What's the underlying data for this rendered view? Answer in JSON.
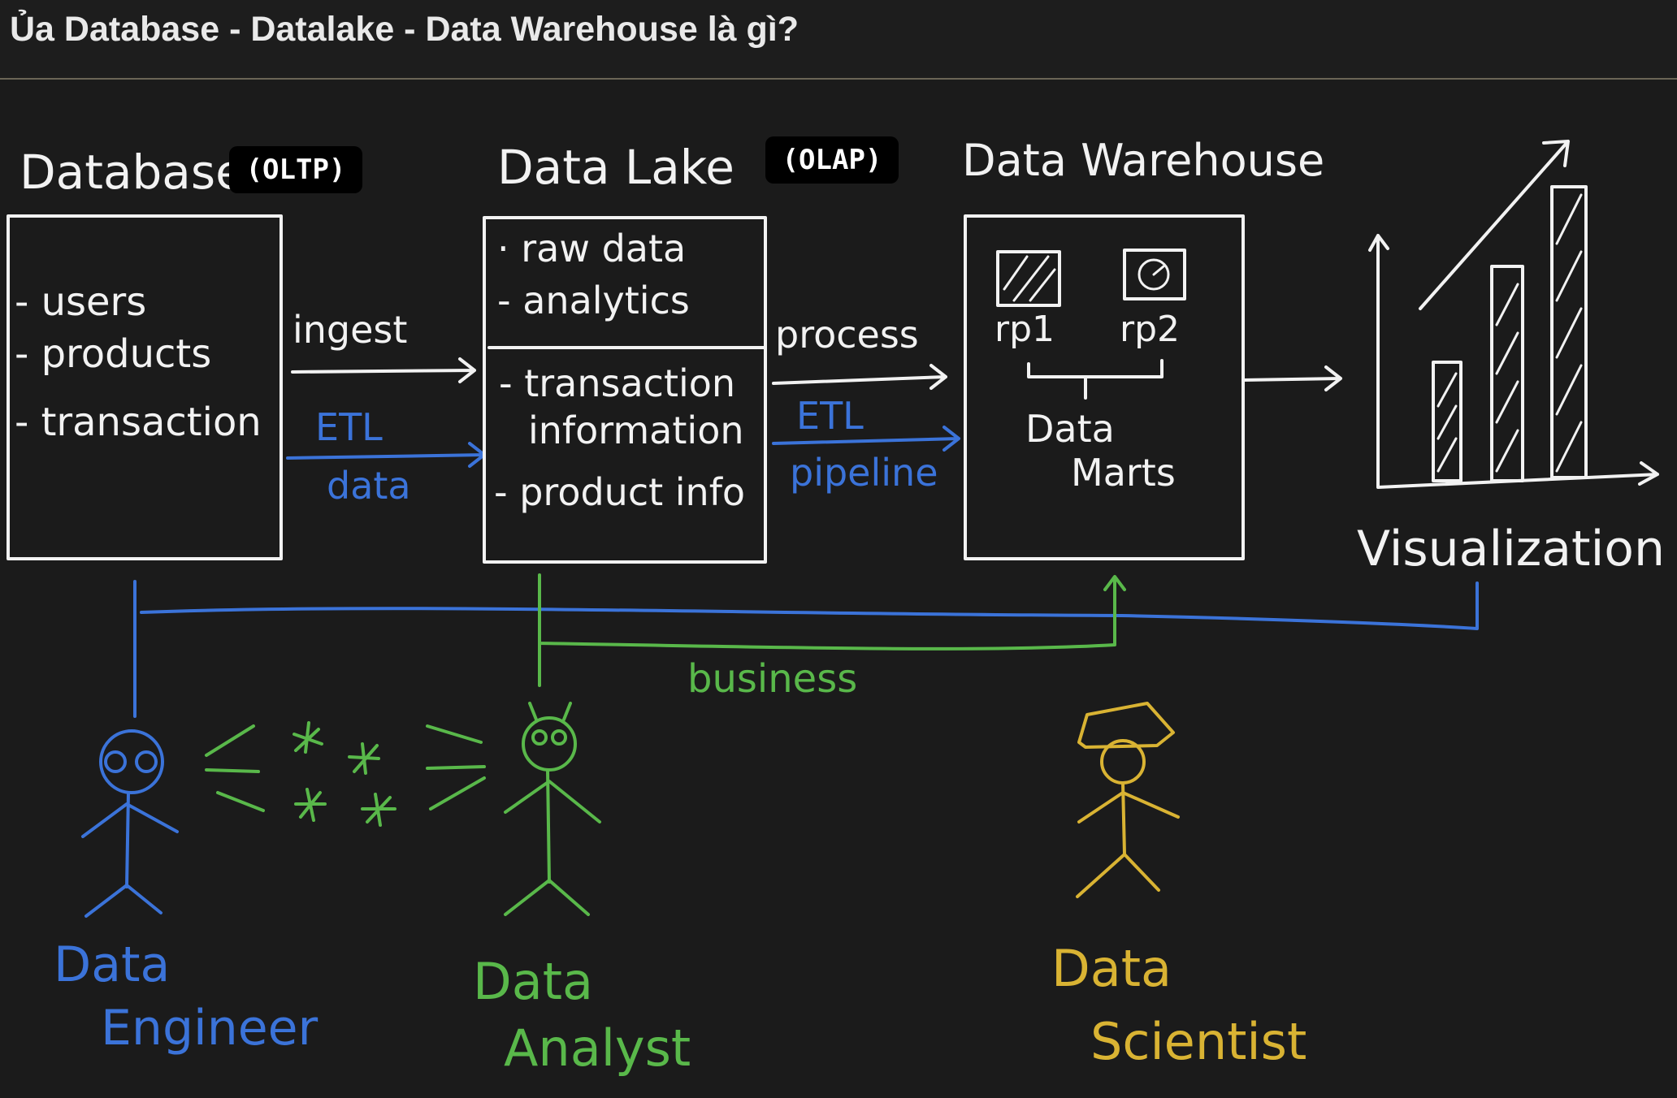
{
  "page_title": "Ủa Database - Datalake - Data Warehouse là gì?",
  "stages": {
    "database": {
      "title": "Database",
      "tag": "(OLTP)",
      "items": [
        "- users",
        "- products",
        "- transaction"
      ]
    },
    "data_lake": {
      "title": "Data Lake",
      "top_items": [
        "· raw data",
        "- analytics"
      ],
      "bottom_items": [
        "- transaction",
        "information",
        "- product info"
      ]
    },
    "data_warehouse": {
      "title": "Data Warehouse",
      "tag": "(OLAP)",
      "reports": [
        "rp1",
        "rp2"
      ],
      "marts_line1": "Data",
      "marts_line2": "Marts"
    },
    "visualization": {
      "label": "Visualization"
    }
  },
  "arrows": {
    "ingest": "ingest",
    "etl1": "ETL",
    "data": "data",
    "process": "process",
    "etl2": "ETL",
    "pipeline": "pipeline"
  },
  "business_label": "business",
  "roles": {
    "engineer": {
      "line1": "Data",
      "line2": "Engineer"
    },
    "analyst": {
      "line1": "Data",
      "line2": "Analyst"
    },
    "scientist": {
      "line1": "Data",
      "line2": "Scientist"
    }
  },
  "colors": {
    "background": "#1b1b1b",
    "chalk_white": "#f2f2f2",
    "engineer_blue": "#3b73d9",
    "analyst_green": "#59b84a",
    "scientist_yellow": "#d9b333"
  }
}
